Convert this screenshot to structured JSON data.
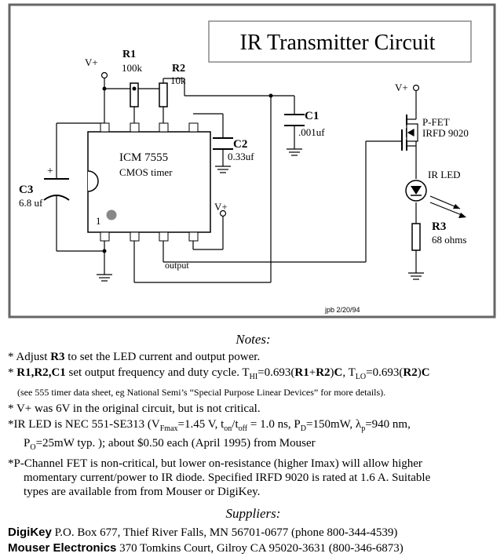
{
  "diagram": {
    "title": "IR Transmitter Circuit",
    "vplus": "V+",
    "r1_label": "R1",
    "r1_value": "100k",
    "r2_label": "R2",
    "r2_value": "10k",
    "c1_label": "C1",
    "c1_value": ".001uf",
    "c2_label": "C2",
    "c2_value": "0.33uf",
    "c3_label": "C3",
    "c3_value": "6.8 uf",
    "c3_plus": "+",
    "ic_name": "ICM 7555",
    "ic_desc": "CMOS timer",
    "pin1": "1",
    "output_label": "output",
    "pfet_label": "P-FET",
    "pfet_part": "IRFD 9020",
    "irled_label": "IR LED",
    "r3_label": "R3",
    "r3_value": "68 ohms",
    "signature": "jpb 2/20/94"
  },
  "notes": {
    "title": "Notes:",
    "n1": {
      "pre": "* Adjust ",
      "b": "R3",
      "post": " to set the LED current and output power."
    },
    "n2": {
      "star": "* ",
      "b1": "R1",
      "c1": ",",
      "b2": "R2",
      "c2": ",",
      "b3": "C1",
      "t1": " set output frequency and duty cycle. T",
      "s1": "HI",
      "t2": "=0.693(",
      "b4": "R1",
      "t3": "+",
      "b5": "R2",
      "t4": ")",
      "b6": "C",
      "t5": ", T",
      "s2": "LO",
      "t6": "=0.693(",
      "b7": "R2",
      "t7": ")",
      "b8": "C"
    },
    "n2_small": "(see 555 timer data sheet, eg National Semi’s “Special Purpose Linear Devices” for more details).",
    "n3": "* V+ was 6V in the original circuit, but is not critical.",
    "n4": {
      "t1": "*IR LED is NEC 551-SE313 (V",
      "s1": "Fmax",
      "t2": "=1.45 V, t",
      "s2": "on",
      "t3": "/t",
      "s3": "off",
      "t4": " = 1.0 ns, P",
      "s4": "D",
      "t5": "=150mW, λ",
      "s5": "p",
      "t6": "=940 nm,",
      "t7": "P",
      "s6": "O",
      "t8": "=25mW typ. ); about $0.50 each (April 1995) from Mouser"
    },
    "n5_l1": "*P-Channel FET is non-critical, but lower on-resistance (higher Imax) will allow higher",
    "n5_l2": "momentary current/power to IR diode. Specified IRFD 9020 is rated at 1.6 A. Suitable",
    "n5_l3": "types are available from from Mouser or DigiKey."
  },
  "suppliers": {
    "title": "Suppliers:",
    "s1_name": "DigiKey",
    "s1_text": " P.O. Box 677, Thief River Falls, MN 56701-0677 (phone 800-344-4539)",
    "s2_name": "Mouser Electronics",
    "s2_text": " 370 Tomkins Court, Gilroy CA 95020-3631 (800-346-6873)"
  }
}
